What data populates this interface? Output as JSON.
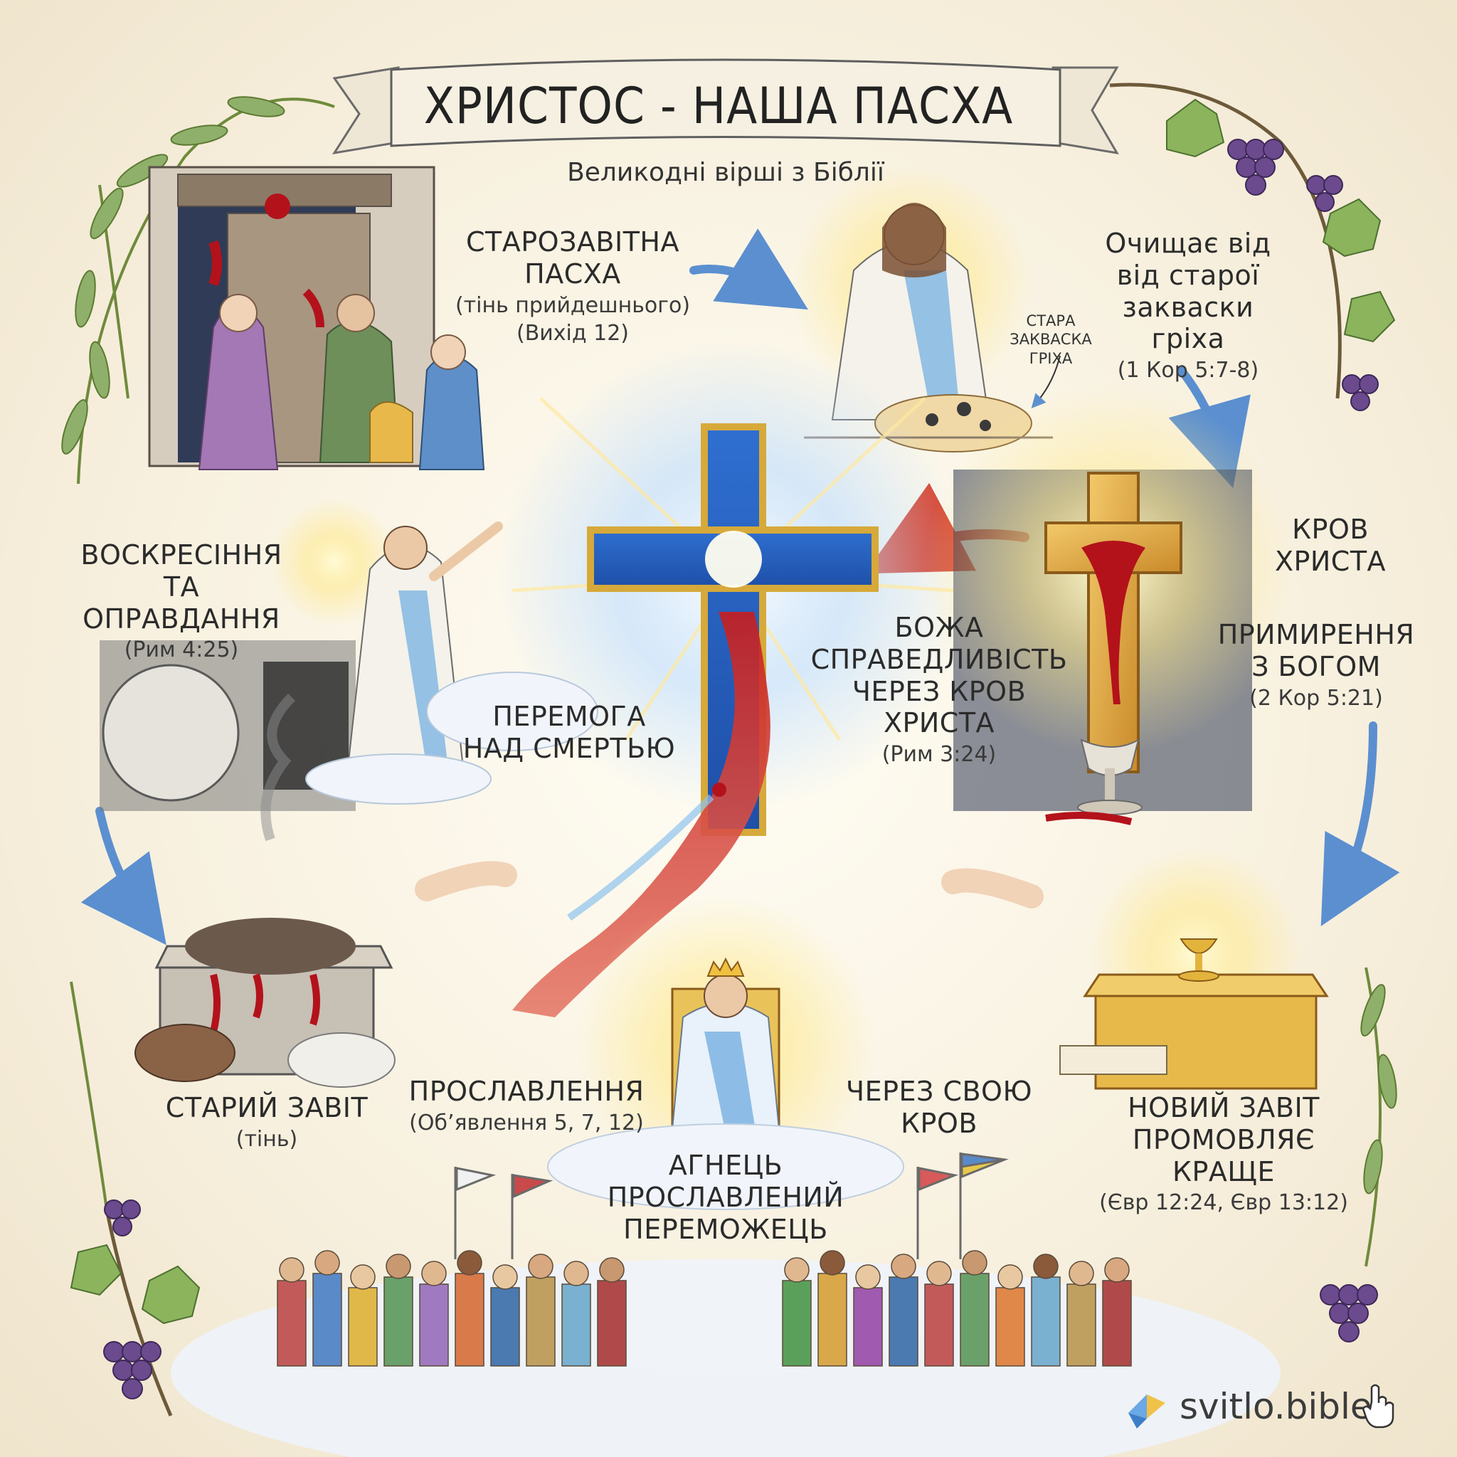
{
  "title": "ХРИСТОС - НАША ПАСХА",
  "subtitle": "Великодні вірші з Біблії",
  "nodes": {
    "old_passover": {
      "heading": "СТАРОЗАВІТНА ПАСХА",
      "line1": "СТАРОЗАВІТНА",
      "line2": "ПАСХА",
      "sub1": "(тінь прийдешнього)",
      "sub2": "(Вихід 12)"
    },
    "cleansing": {
      "line1": "Очищає від",
      "line2": "від старої",
      "line3": "закваски гріха",
      "sub": "(1 Кор 5:7-8)"
    },
    "leaven_note": {
      "line1": "СТАРА",
      "line2": "ЗАКВАСКА",
      "line3": "ГРІХА"
    },
    "blood_of_christ": {
      "line1": "КРОВ",
      "line2": "ХРИСТА"
    },
    "reconciliation": {
      "line1": "ПРИМИРЕННЯ",
      "line2": "З БОГОМ",
      "sub": "(2 Кор 5:21)"
    },
    "righteousness": {
      "line1": "БОЖА",
      "line2": "СПРАВЕДЛИВІСТЬ",
      "line3": "ЧЕРЕЗ КРОВ ХРИСТА",
      "sub": "(Рим 3:24)"
    },
    "resurrection": {
      "line1": "ВОСКРЕСІННЯ",
      "line2": "ТА ОПРАВДАННЯ",
      "sub": "(Рим 4:25)"
    },
    "victory": {
      "line1": "ПЕРЕМОГА",
      "line2": "НАД СМЕРТЬЮ"
    },
    "old_covenant": {
      "line1": "СТАРИЙ ЗАВІТ",
      "sub": "(тінь)"
    },
    "glorification": {
      "line1": "ПРОСЛАВЛЕННЯ",
      "sub": "(Об’явлення 5, 7, 12)"
    },
    "through_blood": {
      "line1": "ЧЕРЕЗ СВОЮ КРОВ"
    },
    "new_covenant": {
      "line1": "НОВИЙ ЗАВІТ",
      "line2": "ПРОМОВЛЯЄ КРАЩЕ",
      "sub": "(Євр 12:24, Євр 13:12)"
    },
    "lamb": {
      "line1": "АГНЕЦЬ",
      "line2": "ПРОСЛАВЛЕНИЙ",
      "line3": "ПЕРЕМОЖЕЦЬ"
    }
  },
  "brand": {
    "name": "svitlo.bible"
  },
  "colors": {
    "blue_arrow": "#5b8fd0",
    "red_arrow": "#d8432e",
    "blood": "#b3121b",
    "gold": "#e2b43c",
    "sky": "#7fb0e6",
    "leaf": "#6f9a4a",
    "grape": "#5b3a7a"
  }
}
